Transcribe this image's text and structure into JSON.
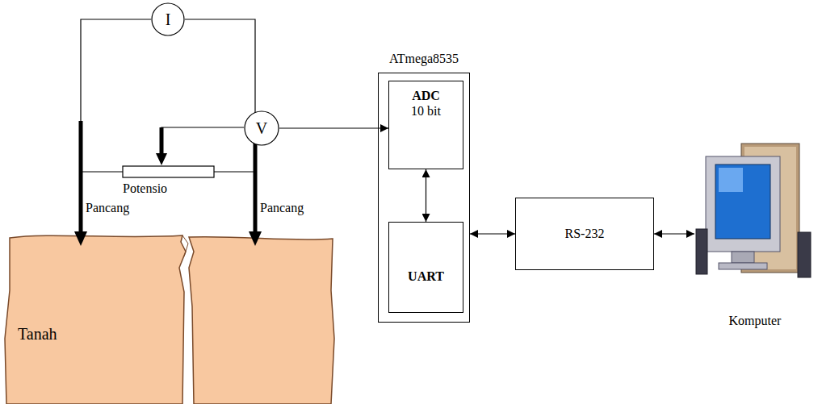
{
  "diagram": {
    "nodes": [
      {
        "text": [
          "I"
        ]
      },
      {
        "text": [
          "V"
        ]
      },
      {
        "text": [
          "ATmega8535"
        ]
      },
      {
        "text": [
          "ADC",
          "10 bit"
        ],
        "in": 2
      },
      {
        "text": [
          "UART"
        ],
        "in": 2
      },
      {
        "text": [
          "RS-232"
        ]
      },
      {
        "text": [
          "Komputer"
        ]
      }
    ],
    "edges": [
      {
        "from": 1,
        "to": 3,
        "arrow": "to"
      },
      {
        "from": 3,
        "to": 4,
        "arrow": "both"
      },
      {
        "from": 2,
        "to": 5,
        "arrow": "both"
      },
      {
        "from": 5,
        "to": 6,
        "arrow": "both"
      }
    ],
    "labels": [
      "Potensio",
      "Pancang",
      "Pancang",
      "Tanah"
    ]
  }
}
